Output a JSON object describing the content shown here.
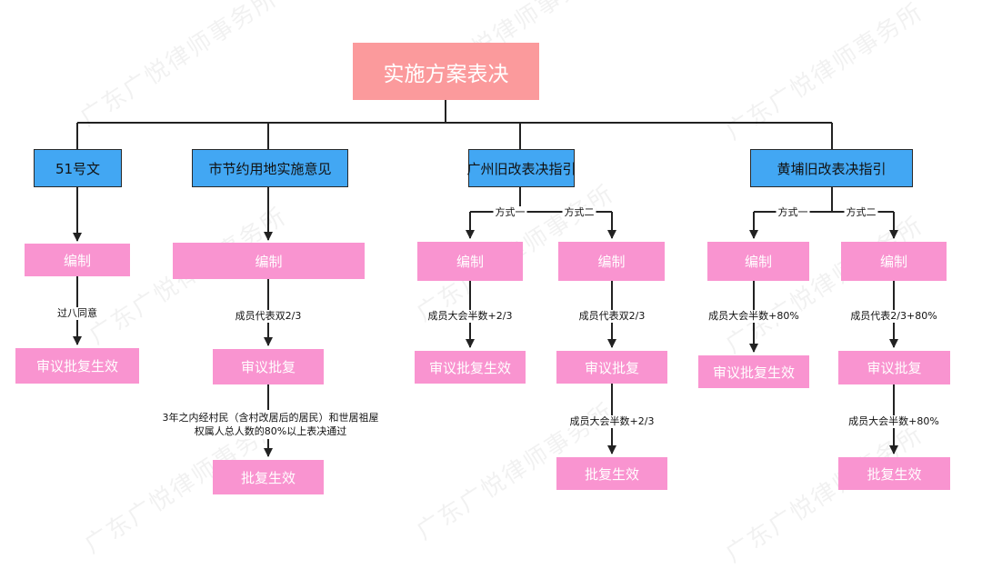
{
  "title": "实施方案表决",
  "watermark": "广东广悦律师事务所",
  "documents": {
    "doc51": "51号文",
    "city": "市节约用地实施意见",
    "guangzhou": "广州旧改表决指引",
    "huangpu": "黄埔旧改表决指引"
  },
  "methods": {
    "m1": "方式一",
    "m2": "方式二"
  },
  "steps": {
    "compile": "编制",
    "review_approve": "审议批复",
    "review_approve_effective": "审议批复生效",
    "approve_effective": "批复生效"
  },
  "conditions": {
    "doc51": "过八同意",
    "city_1": "成员代表双2/3",
    "city_2": "3年之内经村民（含村改居后的居民）和世居祖屋权属人总人数的80%以上表决通过",
    "gz_m1": "成员大会半数+2/3",
    "gz_m2_1": "成员代表双2/3",
    "gz_m2_2": "成员大会半数+2/3",
    "hp_m1": "成员大会半数+80%",
    "hp_m2_1": "成员代表2/3+80%",
    "hp_m2_2": "成员大会半数+80%"
  }
}
